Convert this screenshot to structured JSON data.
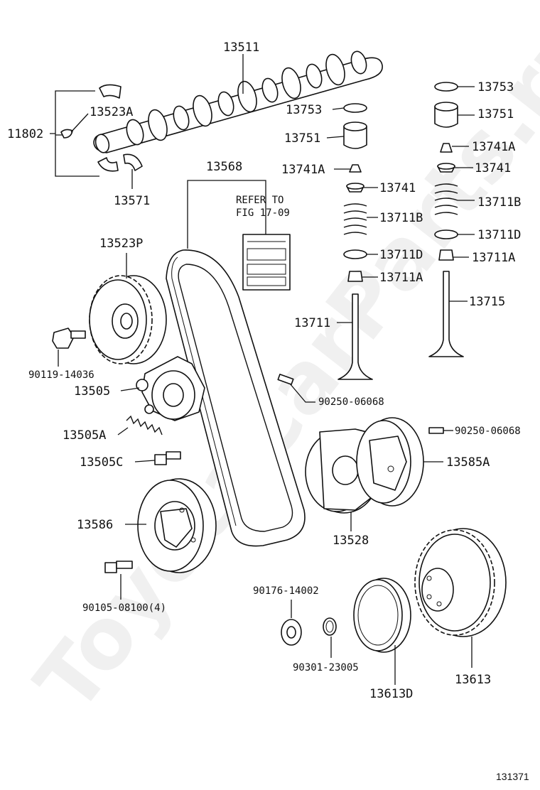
{
  "watermark": "ToyotaCarParts.ru",
  "refer_note": {
    "line1": "REFER TO",
    "line2": "FIG 17-09"
  },
  "diagram_id": "131371",
  "labels": {
    "p13511": "13511",
    "p11802": "11802",
    "p13523a": "13523A",
    "p13571": "13571",
    "p13568": "13568",
    "p13523p": "13523P",
    "p90119": "90119-14036",
    "p13505": "13505",
    "p13505a": "13505A",
    "p13505c": "13505C",
    "p13586": "13586",
    "p90105": "90105-08100(4)",
    "p13753_l": "13753",
    "p13751_l": "13751",
    "p13741a_l": "13741A",
    "p13741_l": "13741",
    "p13711b_l": "13711B",
    "p13711d_l": "13711D",
    "p13711a_l": "13711A",
    "p13711": "13711",
    "p13753_r": "13753",
    "p13751_r": "13751",
    "p13741a_r": "13741A",
    "p13741_r": "13741",
    "p13711b_r": "13711B",
    "p13711d_r": "13711D",
    "p13711a_r": "13711A",
    "p13715": "13715",
    "p90250_a": "90250-06068",
    "p90250_b": "90250-06068",
    "p13585a": "13585A",
    "p13528": "13528",
    "p90176": "90176-14002",
    "p90301": "90301-23005",
    "p13613d": "13613D",
    "p13613": "13613"
  }
}
